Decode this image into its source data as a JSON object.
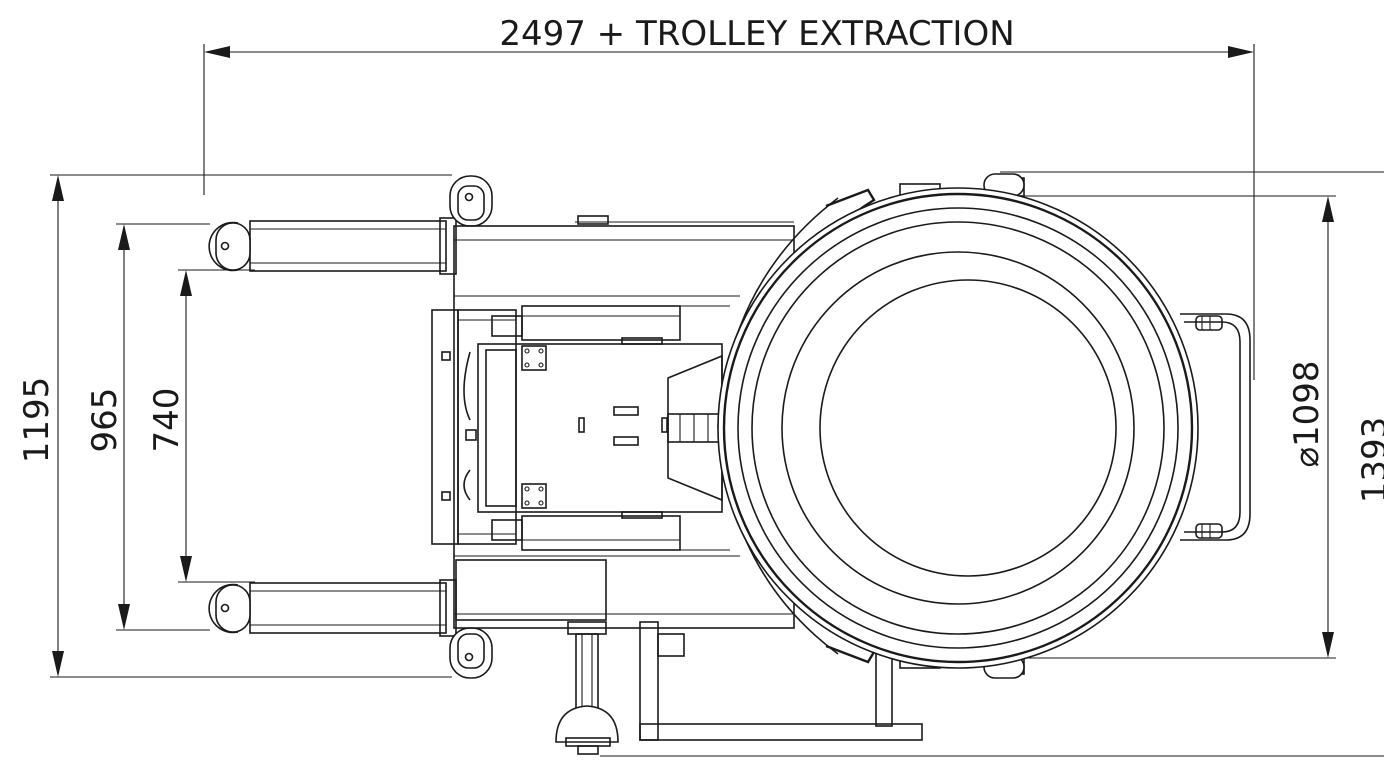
{
  "dimensions": {
    "overall_length": "2497 + TROLLEY EXTRACTION",
    "overall_width": "1195",
    "outer_wheel_span": "965",
    "inner_span": "740",
    "drum_diameter": "⌀1098",
    "drum_diameter_symbol": "⌀",
    "drum_diameter_value": "1098",
    "right_height": "1393"
  },
  "colors": {
    "line": "#1a1a1a",
    "background": "#ffffff"
  }
}
